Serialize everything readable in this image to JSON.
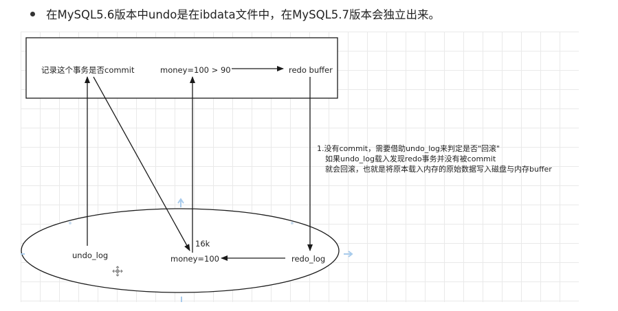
{
  "bullet": {
    "text": "在MySQL5.6版本中undo是在ibdata文件中，在MySQL5.7版本会独立出来。"
  },
  "diagram": {
    "top_box": {
      "record_commit": "记录这个事务是否commit",
      "money_change": "money=100 > 90",
      "redo_buffer": "redo buffer"
    },
    "ellipse": {
      "undo_log": "undo_log",
      "money": "money=100",
      "redo_log": "redo_log",
      "size_label": "16k"
    },
    "note": {
      "line1": "1.没有commit，需要借助undo_log来判定是否\"回滚\"",
      "line2": "如果undo_log载入发现redo事务并没有被commit",
      "line3": "就会回滚，也就是将原本载入内存的原始数据写入磁盘与内存buffer"
    },
    "colors": {
      "stroke": "#1a1a1a",
      "grid": "#e9e9e9",
      "handle": "#a8cbec"
    }
  }
}
